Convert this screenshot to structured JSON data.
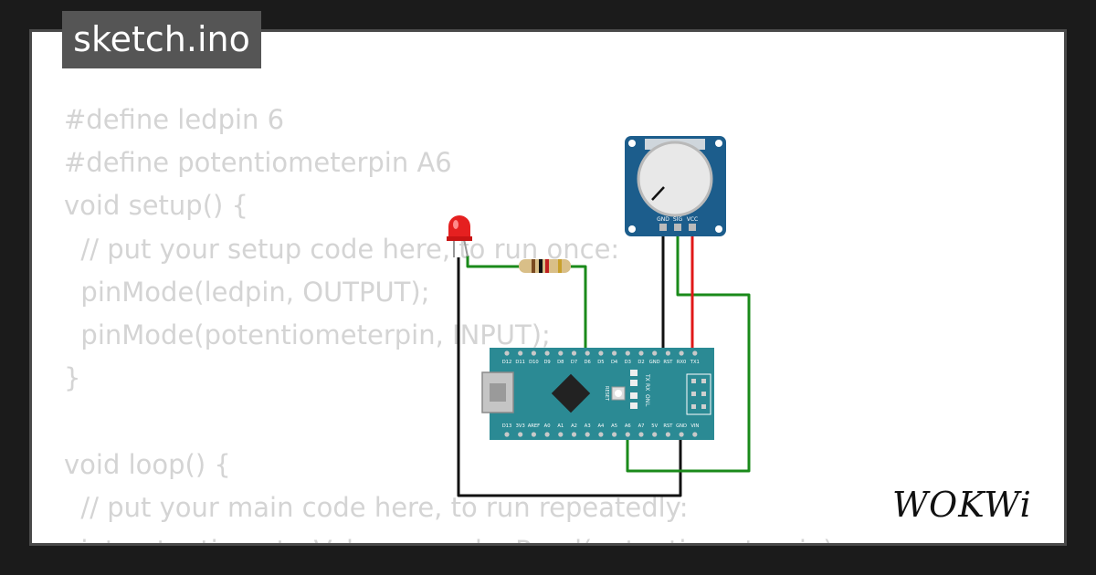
{
  "file_tab": {
    "label": "sketch.ino"
  },
  "code_lines": [
    "#define ledpin 6",
    "#define potentiometerpin A6",
    "void setup() {",
    "  // put your setup code here, to run once:",
    "  pinMode(ledpin, OUTPUT);",
    "  pinMode(potentiometerpin, INPUT);",
    "}",
    "",
    "void loop() {",
    "  // put your main code here, to run repeatedly:",
    "  int potentiometerValue = analogRead(potentiometerpin);"
  ],
  "brand": {
    "name": "WOKWi"
  },
  "potentiometer": {
    "pins": [
      "GND",
      "SIG",
      "VCC"
    ]
  },
  "arduino": {
    "top_pins": [
      "D12",
      "D11",
      "D10",
      "D9",
      "D8",
      "D7",
      "D6",
      "D5",
      "D4",
      "D3",
      "D2",
      "GND",
      "RST",
      "RX0",
      "TX1"
    ],
    "bottom_pins": [
      "D13",
      "3V3",
      "AREF",
      "A0",
      "A1",
      "A2",
      "A3",
      "A4",
      "A5",
      "A6",
      "A7",
      "5V",
      "RST",
      "GND",
      "VIN"
    ],
    "led_labels": [
      "TX",
      "RX",
      "ON",
      "L"
    ],
    "reset_label": "RESET"
  },
  "colors": {
    "background": "#1b1b1b",
    "card": "#ffffff",
    "card_border": "#4a4a4a",
    "tab": "#555555",
    "code_text": "#d4d4d4",
    "board": "#2b8a94",
    "pot_board": "#1c5d8c",
    "wire_green": "#1a8a1a",
    "wire_red": "#e01818",
    "wire_black": "#111111",
    "led_red": "#e52020"
  }
}
